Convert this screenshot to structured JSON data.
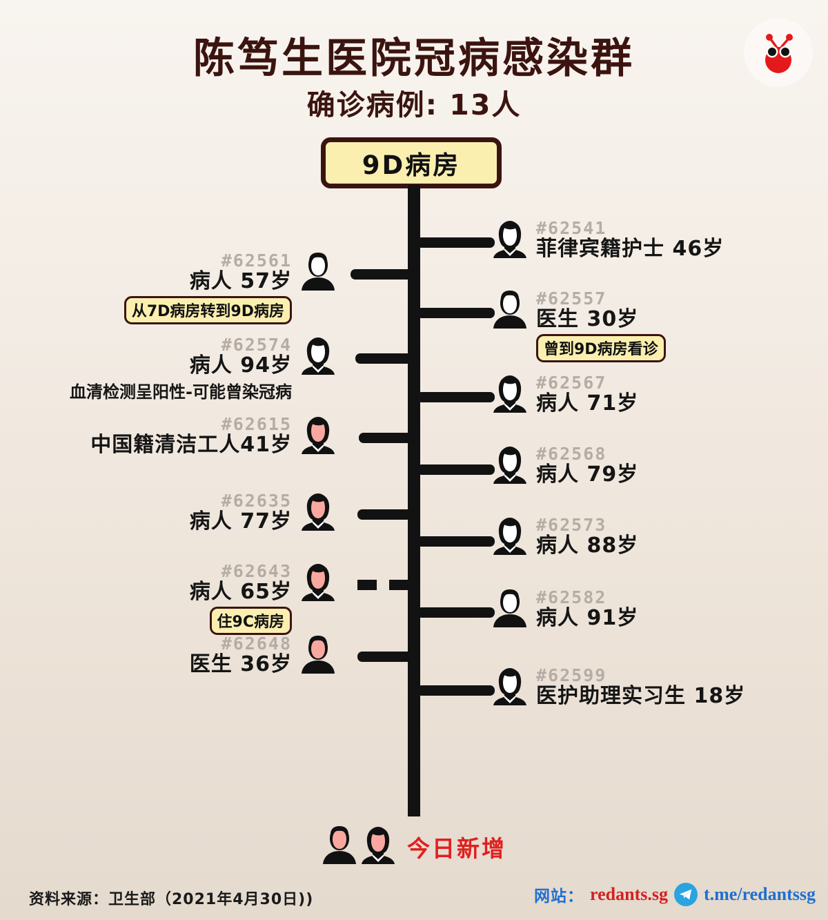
{
  "header": {
    "title": "陈笃生医院冠病感染群",
    "subtitle": "确诊病例: 13人",
    "logo_icon": "red-ant-logo"
  },
  "ward": {
    "label": "9D病房"
  },
  "left_cases": [
    {
      "id": "#62561",
      "desc": "病人  57岁",
      "badge": "从7D病房转到9D病房",
      "note": null,
      "gender": "male",
      "new_today": false,
      "connector": "solid"
    },
    {
      "id": "#62574",
      "desc": "病人  94岁",
      "badge": null,
      "note": "血清检测呈阳性-可能曾染冠病",
      "gender": "female",
      "new_today": false,
      "connector": "solid"
    },
    {
      "id": "#62615",
      "desc": "中国籍清洁工人41岁",
      "badge": null,
      "note": null,
      "gender": "female",
      "new_today": true,
      "connector": "solid"
    },
    {
      "id": "#62635",
      "desc": "病人  77岁",
      "badge": null,
      "note": null,
      "gender": "female",
      "new_today": true,
      "connector": "solid"
    },
    {
      "id": "#62643",
      "desc": "病人  65岁",
      "badge": "住9C病房",
      "note": null,
      "gender": "female",
      "new_today": true,
      "connector": "dashed"
    },
    {
      "id": "#62648",
      "desc": "医生  36岁",
      "badge": null,
      "note": null,
      "gender": "male",
      "new_today": true,
      "connector": "solid"
    }
  ],
  "right_cases": [
    {
      "id": "#62541",
      "desc": "菲律宾籍护士  46岁",
      "badge": null,
      "note": null,
      "gender": "female",
      "new_today": false,
      "connector": "solid"
    },
    {
      "id": "#62557",
      "desc": "医生  30岁",
      "badge": "曾到9D病房看诊",
      "note": null,
      "gender": "male",
      "new_today": false,
      "connector": "solid"
    },
    {
      "id": "#62567",
      "desc": "病人  71岁",
      "badge": null,
      "note": null,
      "gender": "female",
      "new_today": false,
      "connector": "solid"
    },
    {
      "id": "#62568",
      "desc": "病人  79岁",
      "badge": null,
      "note": null,
      "gender": "female",
      "new_today": false,
      "connector": "solid"
    },
    {
      "id": "#62573",
      "desc": "病人  88岁",
      "badge": null,
      "note": null,
      "gender": "female",
      "new_today": false,
      "connector": "solid"
    },
    {
      "id": "#62582",
      "desc": "病人  91岁",
      "badge": null,
      "note": null,
      "gender": "male",
      "new_today": false,
      "connector": "solid"
    },
    {
      "id": "#62599",
      "desc": "医护助理实习生  18岁",
      "badge": null,
      "note": null,
      "gender": "female",
      "new_today": false,
      "connector": "solid"
    }
  ],
  "legend": {
    "label": "今日新增",
    "male_icon": "person-male-new-icon",
    "female_icon": "person-female-new-icon"
  },
  "footer": {
    "source": "资料来源：卫生部（2021年4月30日))",
    "website_label": "网站：",
    "website": "redants.sg",
    "telegram": "t.me/redantssg",
    "telegram_icon": "telegram-icon"
  },
  "colors": {
    "background_top": "#f8f4ef",
    "background_bottom": "#e4dace",
    "title": "#3b1410",
    "badge_fill": "#fbefb0",
    "badge_border": "#3a1410",
    "spine": "#121212",
    "id_gray": "#b5aca4",
    "new_case_skin": "#f9a8a0",
    "existing_case_skin": "#ffffff",
    "legend_red": "#e02020",
    "link_blue": "#1f6fd0",
    "link_red": "#d62020"
  }
}
